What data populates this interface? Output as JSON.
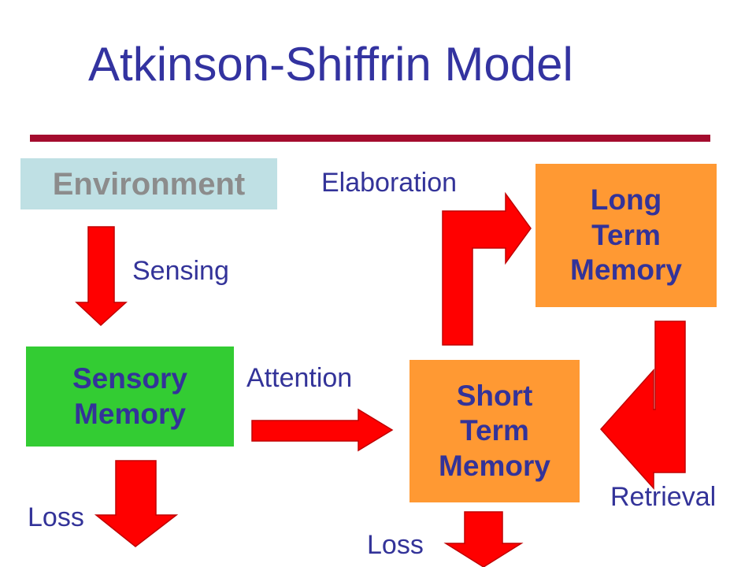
{
  "title": "Atkinson-Shiffrin Model",
  "boxes": {
    "environment": "Environment",
    "sensory_memory": [
      "Sensory",
      "Memory"
    ],
    "short_term_memory": [
      "Short",
      "Term",
      "Memory"
    ],
    "long_term_memory": [
      "Long",
      "Term",
      "Memory"
    ]
  },
  "labels": {
    "sensing": "Sensing",
    "attention": "Attention",
    "elaboration": "Elaboration",
    "retrieval": "Retrieval",
    "loss_sensory": "Loss",
    "loss_short_term": "Loss"
  },
  "colors": {
    "title": "#3333a0",
    "rule": "#a40c2e",
    "environment_box": "#bfe0e4",
    "sensory_box": "#33cc33",
    "memory_box": "#ff9933",
    "arrow": "#ff0000"
  }
}
